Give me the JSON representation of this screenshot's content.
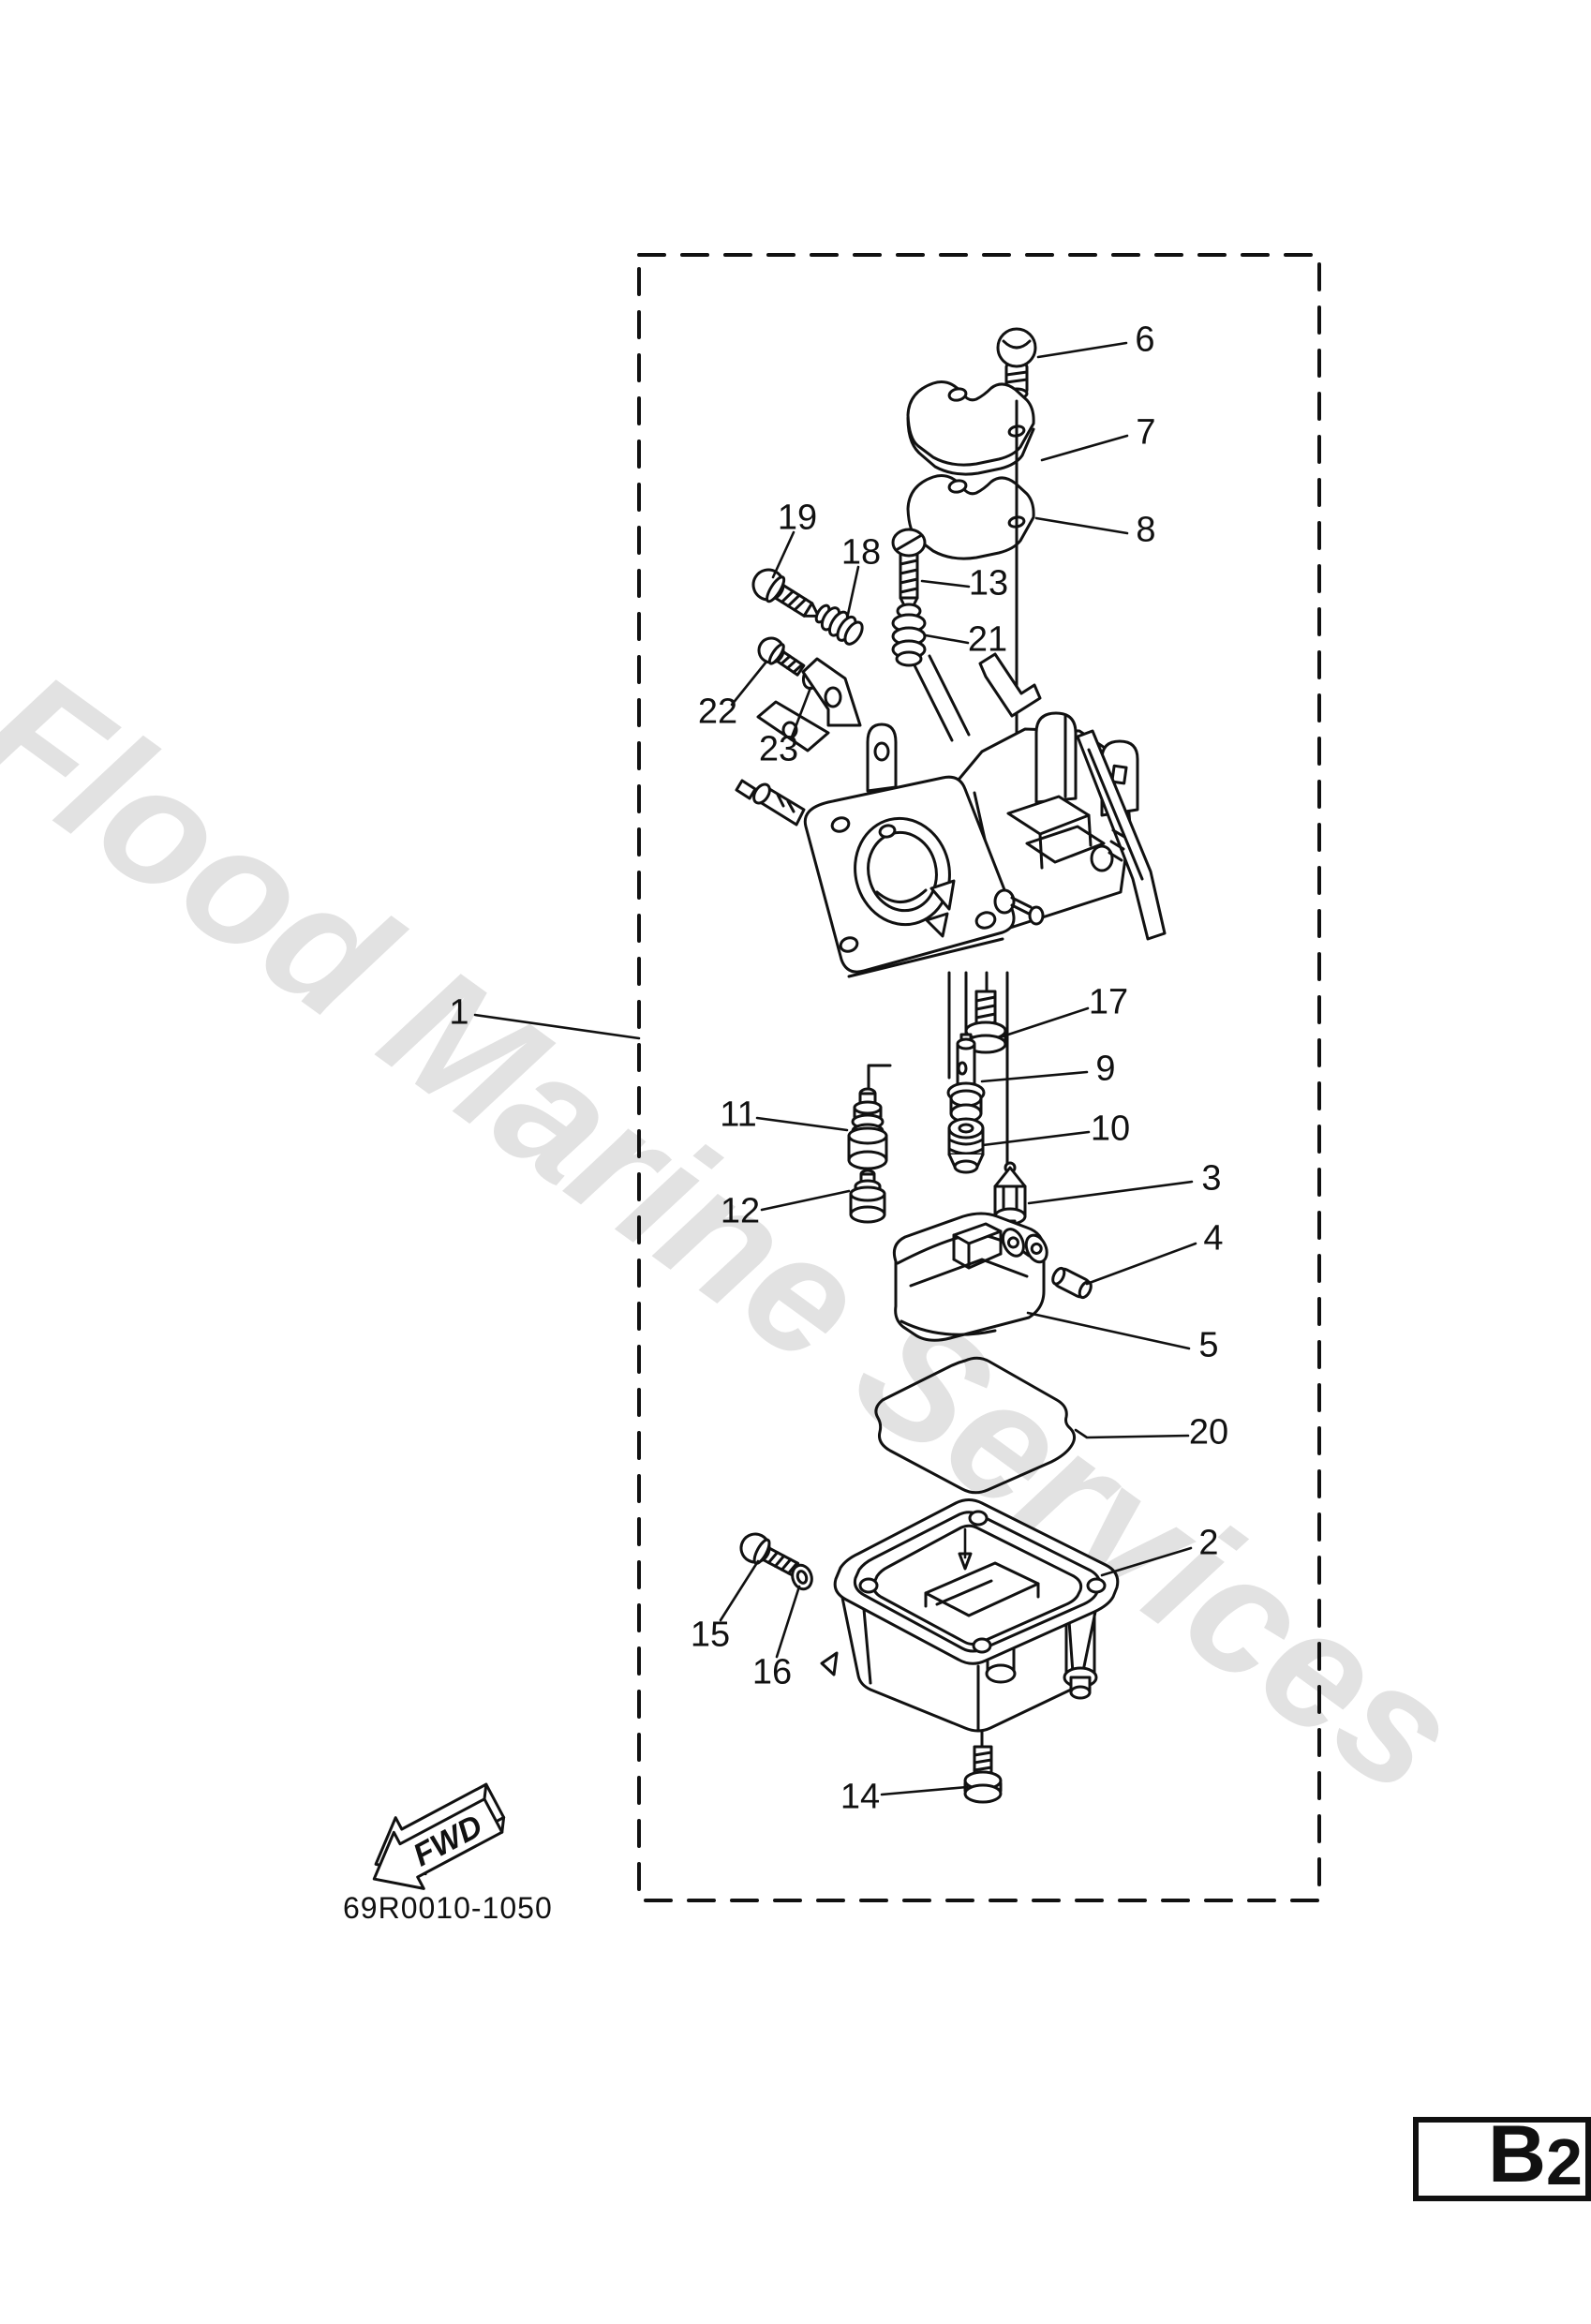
{
  "page": {
    "background": "#ffffff",
    "line_color": "#111111",
    "watermark": {
      "text": "Flood Marine Services",
      "color": "#e2e2e2"
    },
    "drawing_code": "69R0010-1050",
    "fwd_label": "FWD",
    "page_tab": {
      "letter": "B",
      "number": "2"
    }
  },
  "callouts": [
    {
      "num": "1"
    },
    {
      "num": "2"
    },
    {
      "num": "3"
    },
    {
      "num": "4"
    },
    {
      "num": "5"
    },
    {
      "num": "6"
    },
    {
      "num": "7"
    },
    {
      "num": "8"
    },
    {
      "num": "9"
    },
    {
      "num": "10"
    },
    {
      "num": "11"
    },
    {
      "num": "12"
    },
    {
      "num": "13"
    },
    {
      "num": "14"
    },
    {
      "num": "15"
    },
    {
      "num": "16"
    },
    {
      "num": "17"
    },
    {
      "num": "18"
    },
    {
      "num": "19"
    },
    {
      "num": "20"
    },
    {
      "num": "21"
    },
    {
      "num": "22"
    },
    {
      "num": "23"
    }
  ]
}
